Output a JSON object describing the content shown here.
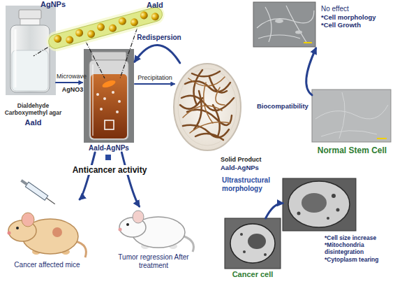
{
  "diagram": {
    "nodes": [
      {
        "text": [
          "Dialdehyde Carboxymethyl agar",
          "Aald"
        ]
      },
      {
        "text": [
          "Aald-AgNPs"
        ]
      },
      {
        "text": [
          "Solid Product",
          "Aald-AgNPs"
        ]
      },
      {
        "text": [
          "No effect",
          "*Cell morphology",
          "*Cell Growth"
        ]
      },
      {
        "text": [
          "Normal Stem Cell"
        ]
      },
      {
        "text": [
          "*Cell size increase",
          "*Mitochondria disintegration",
          "*Cytoplasm tearing"
        ]
      },
      {
        "text": [
          "Cancer cell"
        ]
      },
      {
        "text": [
          "Cancer affected mice"
        ]
      },
      {
        "text": [
          "Tumor regression After treatment"
        ]
      }
    ],
    "edges": [
      {
        "from": 0,
        "to": 1,
        "arrow": "to",
        "label": "Microwave"
      },
      {
        "from": 1,
        "to": 2,
        "arrow": "to",
        "label": "Precipitation"
      },
      {
        "from": 2,
        "to": 1,
        "arrow": "to",
        "label": "Redispersion"
      },
      {
        "from": 4,
        "to": 3,
        "arrow": "to",
        "label": "Biocompatibility"
      },
      {
        "from": 6,
        "to": 5,
        "arrow": "to"
      },
      {
        "from": 1,
        "to": 7,
        "arrow": "to"
      },
      {
        "from": 1,
        "to": 8,
        "arrow": "to"
      }
    ],
    "labels": [
      "AgNPs",
      "Aald",
      "AgNO3",
      "Anticancer activity",
      "Ultrastructural morphology"
    ]
  }
}
